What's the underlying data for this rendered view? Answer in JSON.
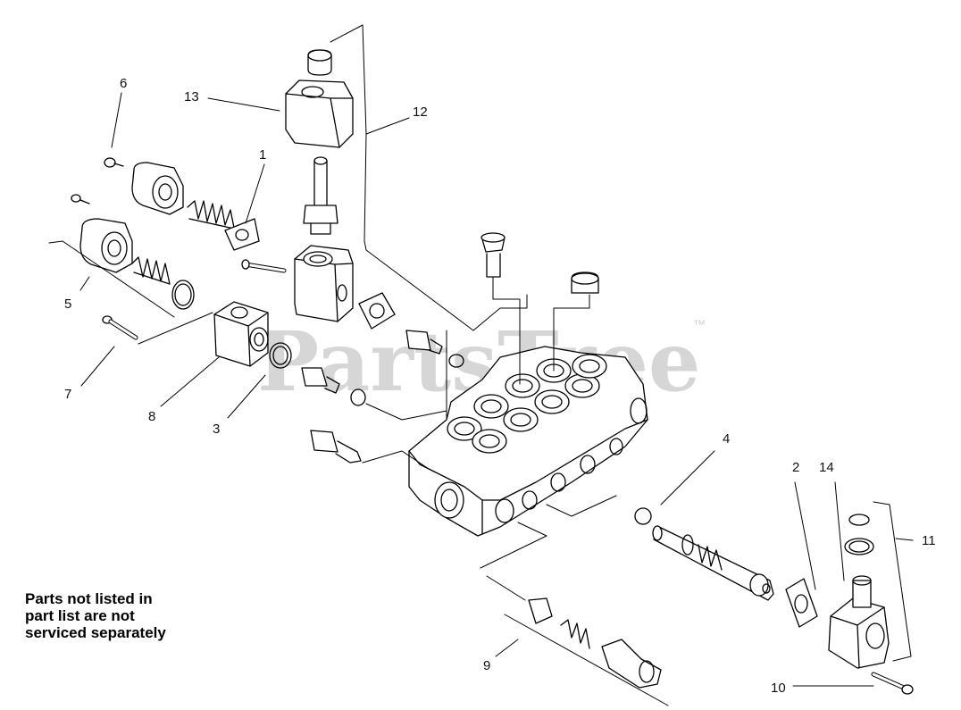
{
  "watermark": {
    "text": "PartsTree",
    "trademark": "™"
  },
  "callouts": [
    "1",
    "2",
    "3",
    "4",
    "5",
    "6",
    "7",
    "8",
    "9",
    "10",
    "11",
    "12",
    "13",
    "14"
  ],
  "note": {
    "line1": "Parts not listed in",
    "line2": "part list are not",
    "line3": "serviced separately"
  }
}
